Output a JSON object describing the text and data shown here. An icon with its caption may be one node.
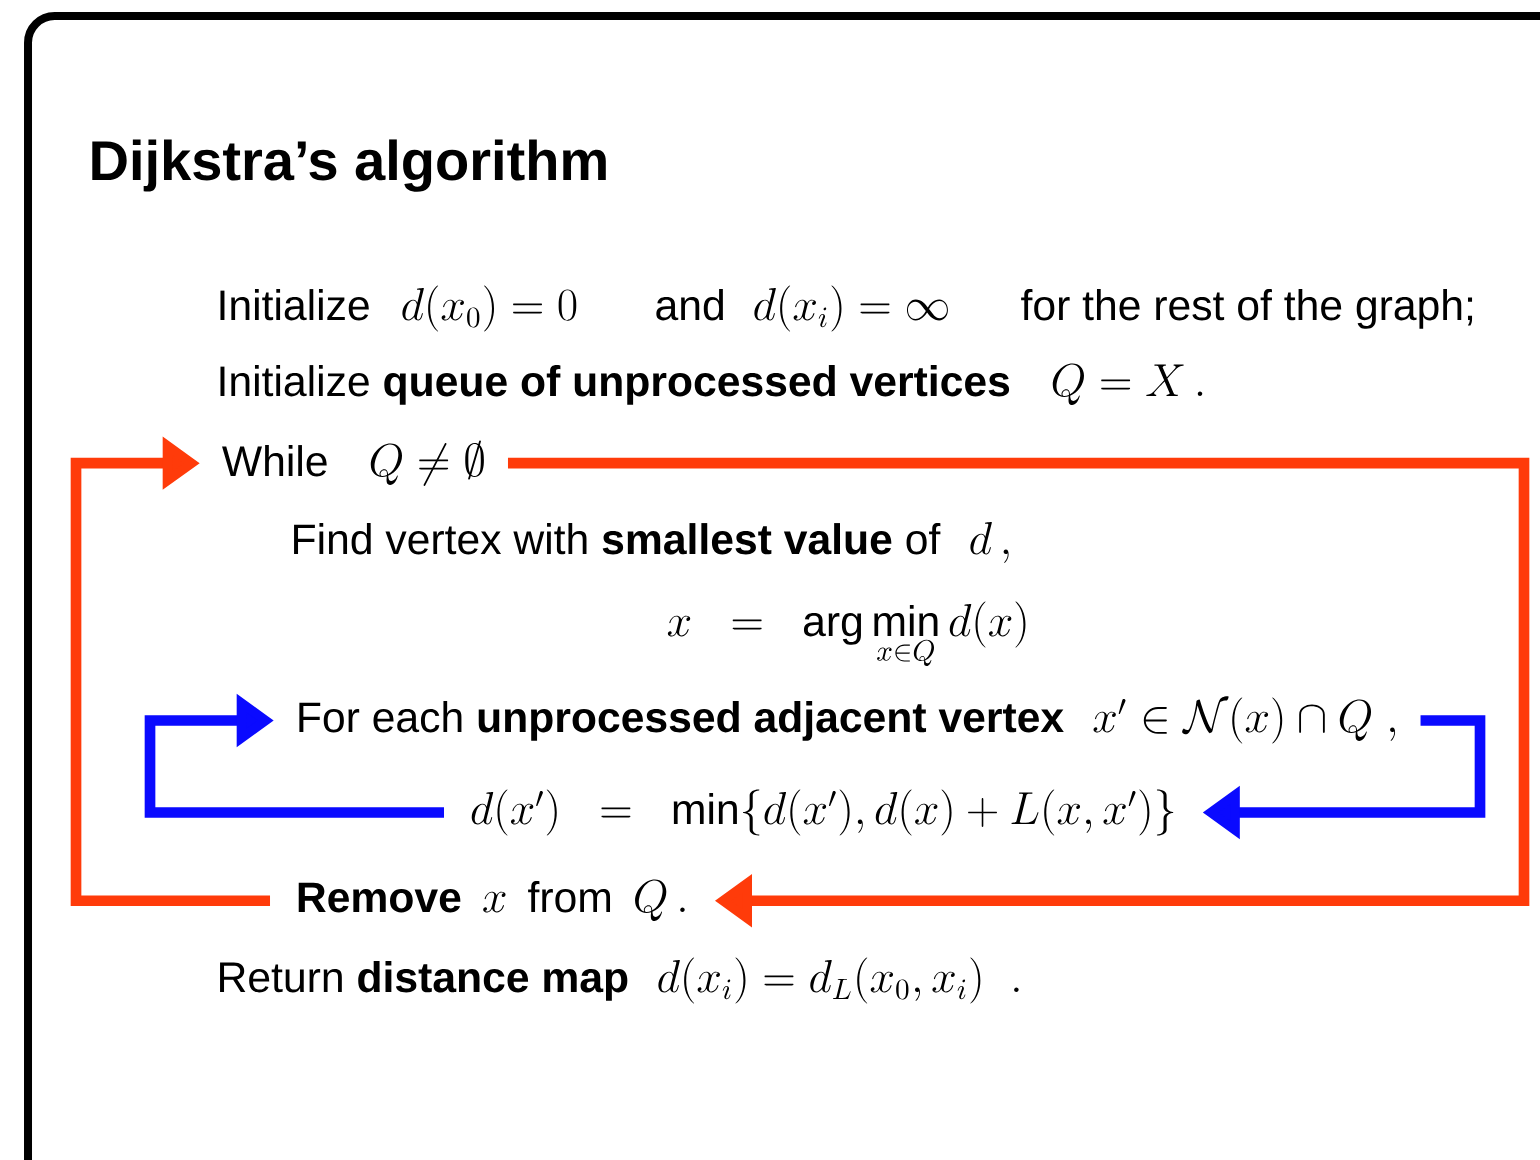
{
  "diagram": {
    "title": "Dijkstra’s algorithm",
    "nodes": [
      {
        "text": [
          "While",
          "Q \\neq \\emptyset"
        ]
      },
      {
        "text": [
          "For each **unprocessed adjacent vertex**",
          "x' \\in \\mathcal{N}(x) \\cap Q\\;,"
        ]
      },
      {
        "text": [
          "d(x') \\;\\;=\\;\\; \\min\\{d(x'), d(x) + L(x,x')\\}"
        ]
      },
      {
        "text": [
          "Remove",
          "x",
          "from",
          "Q\\,."
        ]
      }
    ],
    "edges": [
      {
        "from": 0,
        "to": 3,
        "arrow": "to",
        "color": "#ff3b0a"
      },
      {
        "from": 3,
        "to": 0,
        "arrow": "to",
        "color": "#ff3b0a"
      },
      {
        "from": 2,
        "to": 1,
        "arrow": "to",
        "color": "#0a0aff"
      },
      {
        "from": 1,
        "to": 2,
        "arrow": "to",
        "color": "#0a0aff"
      }
    ],
    "labels": [
      "Initialize",
      "d(x_0) = 0",
      "and",
      "d(x_i) = \\infty",
      "for the rest of the graph;",
      "Initialize **queue of unprocessed vertices**",
      "Q = X\\,.",
      "Find vertex with **smallest value** of",
      "d\\,,",
      "x \\;\\;=\\;\\; \\arg\\min_{x \\in Q} d(x)",
      "Return **distance map**",
      "d(x_i) = d_L(x_0, x_i)\\;\\;."
    ]
  }
}
